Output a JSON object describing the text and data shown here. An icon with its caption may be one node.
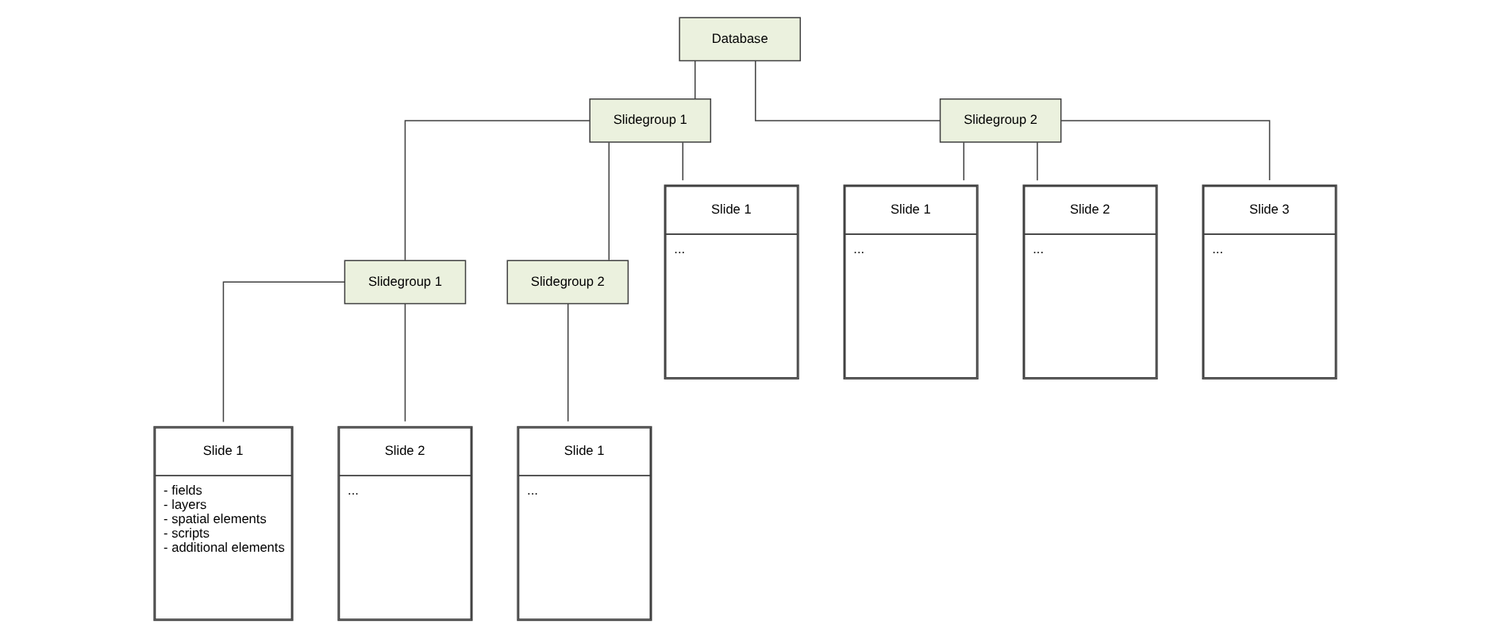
{
  "diagram": {
    "nodes": [
      {
        "text": [
          "Database"
        ]
      },
      {
        "text": [
          "Slidegroup 1"
        ]
      },
      {
        "text": [
          "Slidegroup 2"
        ]
      },
      {
        "text": [
          "Slidegroup 1"
        ]
      },
      {
        "text": [
          "Slidegroup 2"
        ]
      },
      {
        "text": [
          "Slide 1",
          "..."
        ]
      },
      {
        "text": [
          "Slide 1",
          "..."
        ]
      },
      {
        "text": [
          "Slide 2",
          "..."
        ]
      },
      {
        "text": [
          "Slide 3",
          "..."
        ]
      },
      {
        "text": [
          "Slide 1",
          "- fields - layers - spatial elements - scripts - additional elements"
        ]
      },
      {
        "text": [
          "Slide 2",
          "..."
        ]
      },
      {
        "text": [
          "Slide 1",
          "..."
        ]
      }
    ],
    "edges": [
      {
        "from": 0,
        "to": 1,
        "arrow": "none"
      },
      {
        "from": 0,
        "to": 2,
        "arrow": "none"
      },
      {
        "from": 1,
        "to": 3,
        "arrow": "none"
      },
      {
        "from": 1,
        "to": 4,
        "arrow": "none"
      },
      {
        "from": 1,
        "to": 5,
        "arrow": "none"
      },
      {
        "from": 2,
        "to": 6,
        "arrow": "none"
      },
      {
        "from": 2,
        "to": 7,
        "arrow": "none"
      },
      {
        "from": 2,
        "to": 8,
        "arrow": "none"
      },
      {
        "from": 3,
        "to": 9,
        "arrow": "none"
      },
      {
        "from": 3,
        "to": 10,
        "arrow": "none"
      },
      {
        "from": 4,
        "to": 11,
        "arrow": "none"
      }
    ]
  }
}
